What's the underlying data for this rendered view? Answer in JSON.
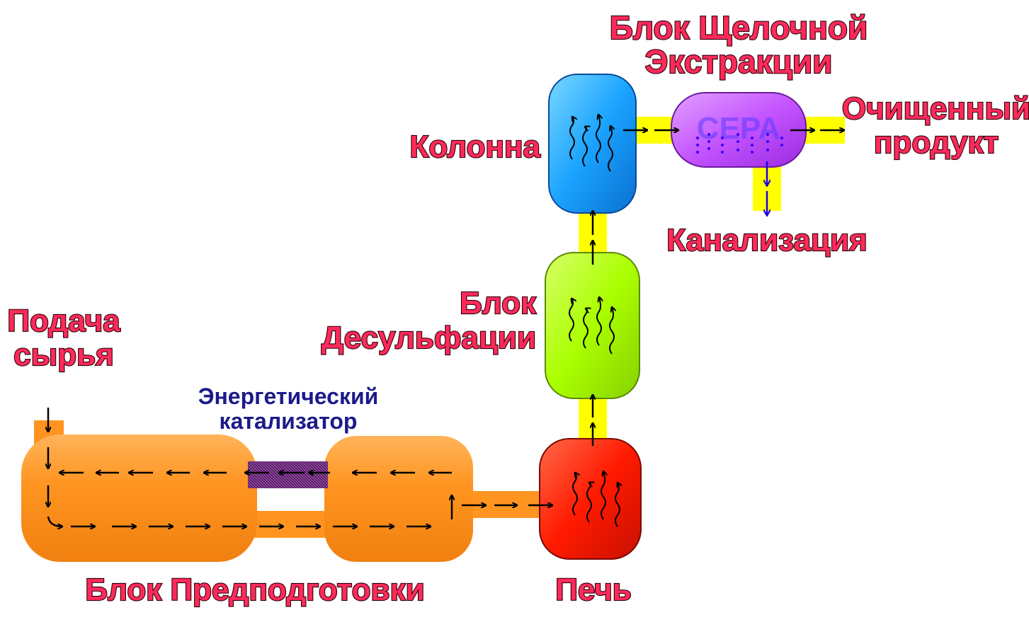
{
  "labels": {
    "alkali_block": [
      "Блок Щелочной",
      "Экстракции"
    ],
    "column": "Колонна",
    "purified_product": [
      "Очищенный",
      "продукт"
    ],
    "sewer": "Канализация",
    "desulf_block": [
      "Блок",
      "Десульфации"
    ],
    "feed": [
      "Подача",
      "сырья"
    ],
    "catalyst": [
      "Энергетический",
      "катализатор"
    ],
    "pretreatment": "Блок Предподготовки",
    "furnace": "Печь",
    "sulfur": "СЕРА"
  },
  "colors": {
    "label_fill": "#ff2a5a",
    "label_blue": "#1c1a8a",
    "column": "#1aa3ff",
    "desulfurization": "#aaff00",
    "furnace": "#ff1a00",
    "pretreatment": "#ff9420",
    "extraction": "#c455ff",
    "pipe_yellow": "#ffff00",
    "catalyst": "#7a3a8a"
  },
  "icons": {
    "flow_arrow": "arrow-icon",
    "heat_wave": "wavy-arrow-icon"
  }
}
